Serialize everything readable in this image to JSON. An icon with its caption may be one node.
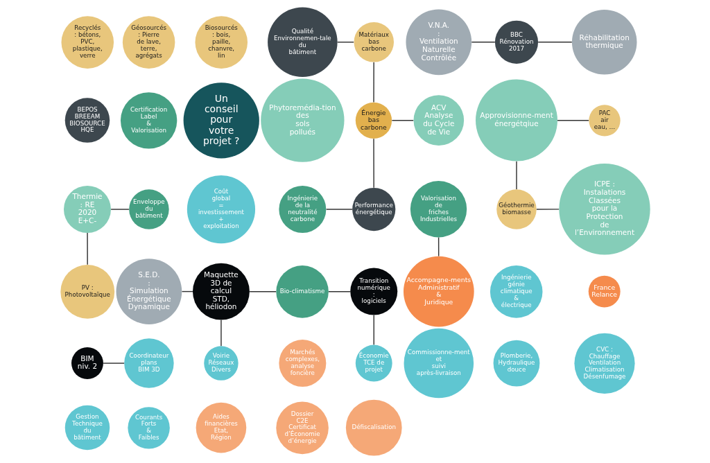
{
  "diagram": {
    "nodes": [
      {
        "text": [
          "Recyclés : bétons, PVC, plastique, verre"
        ]
      },
      {
        "text": [
          "Géosourcés : Pierre de lave, terre, agrégats"
        ]
      },
      {
        "text": [
          "Biosourcés : bois, paille, chanvre, lin"
        ]
      },
      {
        "text": [
          "Matériaux bas carbone"
        ]
      },
      {
        "text": [
          "Thermie : RE 2020 E+C-"
        ]
      },
      {
        "text": [
          "ACV Analyse du Cycle de Vie"
        ]
      },
      {
        "text": [
          "Approvisionne-ment énergétqiue"
        ]
      },
      {
        "text": [
          "Ingénierie de la neutralité carbone"
        ]
      },
      {
        "text": [
          "BBC Rénovation 2017"
        ]
      },
      {
        "text": [
          "V.N.A. : Ventilation Naturelle Contrôlée"
        ]
      },
      {
        "text": [
          "BEPOS BREEAM BIOSOURCE HQE"
        ]
      },
      {
        "text": [
          "Qualité Environnemen-tale du bâtiment"
        ]
      },
      {
        "text": [
          "Enveloppe du bâtiment"
        ]
      },
      {
        "text": [
          "Réhabilitation thermique"
        ]
      },
      {
        "text": [
          "Bio-climatisme"
        ]
      },
      {
        "text": [
          "Certification Label & Valorisation"
        ]
      },
      {
        "text": [
          "Performance énergétique"
        ]
      },
      {
        "text": [
          "Énergie bas carbone"
        ]
      },
      {
        "text": [
          "PAC air eau, …"
        ]
      },
      {
        "text": [
          "Géothermie biomasse"
        ]
      },
      {
        "text": [
          "ICPE : Instalations Classées pour la Protection de l’Environnement"
        ]
      },
      {
        "text": [
          "S.E.D. : Simulation Énergétique Dynamique"
        ]
      },
      {
        "text": [
          "Un conseil pour votre projet ?"
        ]
      },
      {
        "text": [
          "PV : Photovoltaïque"
        ]
      },
      {
        "text": [
          "Valorisation de friches Industrielles"
        ]
      },
      {
        "text": [
          "Phytoremédia-tion des sols pollués"
        ]
      },
      {
        "text": [
          "Transition numérique : logiciels"
        ]
      },
      {
        "text": [
          "BIM niv. 2"
        ]
      },
      {
        "text": [
          "Maquette 3D de calcul STD, héliodon"
        ]
      },
      {
        "text": [
          "Économie TCE de projet"
        ]
      },
      {
        "text": [
          "Coût global = investissement + exploitation"
        ]
      },
      {
        "text": [
          "Ingénierie génie climatique & électrique"
        ]
      },
      {
        "text": [
          "France Relance"
        ]
      },
      {
        "text": [
          "Marchés complexes, analyse foncière"
        ]
      },
      {
        "text": [
          "Coordinateur plans BIM 3D"
        ]
      },
      {
        "text": [
          "Commissionne-ment et suivi après-livraison"
        ]
      },
      {
        "text": [
          "Voirie Réseaux Divers"
        ]
      },
      {
        "text": [
          "Plomberie, Hydraulique douce"
        ]
      },
      {
        "text": [
          "CVC : Chauffage Ventilation Climatisation Désenfumage"
        ]
      },
      {
        "text": [
          "Gestion Technique du bâtiment"
        ]
      },
      {
        "text": [
          "Courants Forts & Faibles"
        ]
      },
      {
        "text": [
          "Aides financières Etat, Région"
        ]
      },
      {
        "text": [
          "Dossier C2E Certificat d’Économie d’énergie"
        ]
      },
      {
        "text": [
          "Défiscalisation"
        ]
      },
      {
        "text": [
          "Accompagne-ments Administratif & Juridique"
        ]
      }
    ],
    "edges": [
      {
        "from": 3,
        "to": 17,
        "arrow": "none"
      },
      {
        "from": 4,
        "to": 12,
        "arrow": "none"
      },
      {
        "from": 4,
        "to": 23,
        "arrow": "none"
      },
      {
        "from": 7,
        "to": 16,
        "arrow": "none"
      },
      {
        "from": 5,
        "to": 17,
        "arrow": "none"
      },
      {
        "from": 6,
        "to": 18,
        "arrow": "none"
      },
      {
        "from": 6,
        "to": 19,
        "arrow": "none"
      },
      {
        "from": 19,
        "to": 20,
        "arrow": "none"
      },
      {
        "from": 16,
        "to": 17,
        "arrow": "none"
      },
      {
        "from": 11,
        "to": 3,
        "arrow": "none"
      },
      {
        "from": 8,
        "to": 13,
        "arrow": "none"
      },
      {
        "from": 9,
        "to": 8,
        "arrow": "none"
      },
      {
        "from": 14,
        "to": 28,
        "arrow": "none"
      },
      {
        "from": 21,
        "to": 28,
        "arrow": "none"
      },
      {
        "from": 14,
        "to": 26,
        "arrow": "none"
      },
      {
        "from": 26,
        "to": 29,
        "arrow": "none"
      },
      {
        "from": 27,
        "to": 34,
        "arrow": "none"
      },
      {
        "from": 28,
        "to": 36,
        "arrow": "none"
      },
      {
        "from": 24,
        "to": 44,
        "arrow": "none"
      }
    ]
  }
}
